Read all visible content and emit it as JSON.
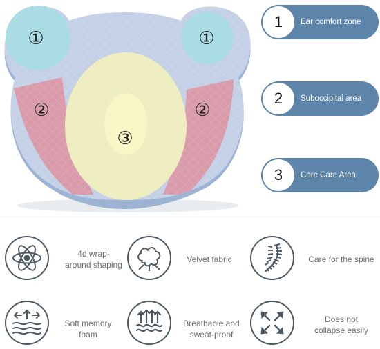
{
  "pillow": {
    "markers": [
      "①",
      "①",
      "②",
      "②",
      "③"
    ],
    "colors": {
      "cover": "#c4d0e6",
      "edge": "#9cb3d4",
      "ear_zone": "#a9dde3",
      "suboccipital": "#d99aaa",
      "core_ring": "#eeedbf",
      "core_center": "#f9f5c4"
    }
  },
  "zones": [
    {
      "number": "1",
      "label": "Ear comfort zone"
    },
    {
      "number": "2",
      "label": "Suboccipital area"
    },
    {
      "number": "3",
      "label": "Core Care Area"
    }
  ],
  "features": [
    {
      "icon": "atom-icon",
      "label": "4d wrap-\naround shaping"
    },
    {
      "icon": "cotton-icon",
      "label": "Velvet fabric"
    },
    {
      "icon": "spine-icon",
      "label": "Care for the spine"
    },
    {
      "icon": "foam-layers-icon",
      "label": "Soft memory\nfoam"
    },
    {
      "icon": "airflow-arrows-icon",
      "label": "Breathable and\nsweat-proof"
    },
    {
      "icon": "expand-arrows-icon",
      "label": "Does not\ncollapse easily"
    }
  ],
  "theme": {
    "pill_color": "#5d84a9",
    "icon_stroke": "#4d5a63",
    "label_color": "#6d6f72"
  }
}
